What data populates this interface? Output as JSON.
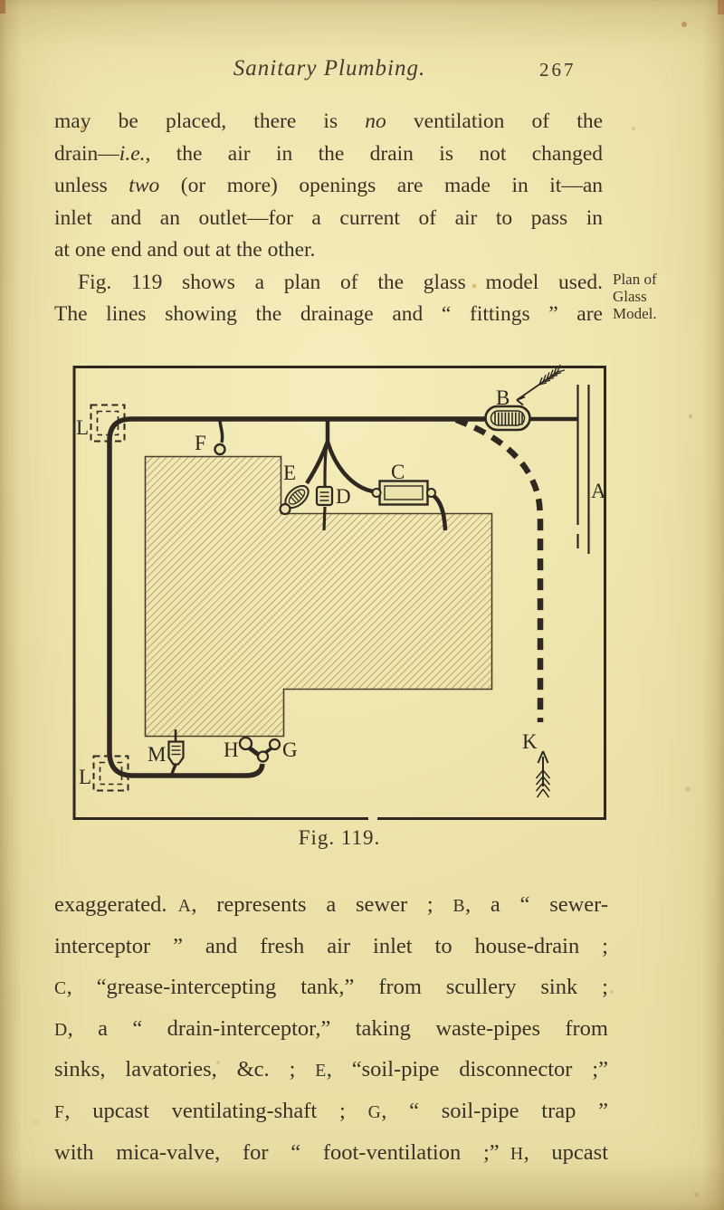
{
  "page": {
    "header": {
      "title": "Sanitary Plumbing.",
      "page_number": "267"
    },
    "paragraph_top": {
      "lines": [
        {
          "j": 1,
          "seg": [
            {
              "t": "may be placed, there is "
            },
            {
              "t": "no",
              "s": "i"
            },
            {
              "t": " ventilation of the"
            }
          ]
        },
        {
          "j": 1,
          "seg": [
            {
              "t": "drain—"
            },
            {
              "t": "i.e.",
              "s": "i"
            },
            {
              "t": ", the air in the drain is not changed"
            }
          ]
        },
        {
          "j": 1,
          "seg": [
            {
              "t": "unless "
            },
            {
              "t": "two",
              "s": "i"
            },
            {
              "t": " (or more) openings are made in it—an"
            }
          ]
        },
        {
          "j": 1,
          "seg": [
            {
              "t": "inlet and an outlet—for a current of air to pass in"
            }
          ]
        },
        {
          "j": 0,
          "seg": [
            {
              "t": "at one end and out at the other."
            }
          ]
        },
        {
          "j": 1,
          "ind": 26,
          "seg": [
            {
              "t": "Fig. 119 shows a plan of the glass model used."
            }
          ]
        },
        {
          "j": 1,
          "seg": [
            {
              "t": "The lines showing the drainage and “ fittings ” are"
            }
          ]
        }
      ]
    },
    "margin_note": {
      "lines": [
        "Plan of",
        "Glass",
        "Model."
      ]
    },
    "figure": {
      "caption": "Fig. 119.",
      "labels": {
        "a": "A",
        "b": "B",
        "c": "C",
        "d": "D",
        "e": "E",
        "f": "F",
        "g": "G",
        "h": "H",
        "k": "K",
        "l_top": "L",
        "l_bottom": "L",
        "m": "M"
      }
    },
    "paragraph_bottom": {
      "lines": [
        {
          "j": 1,
          "seg": [
            {
              "t": "exaggerated. "
            },
            {
              "t": "A",
              "s": "sc"
            },
            {
              "t": ", represents a sewer ; "
            },
            {
              "t": "B",
              "s": "sc"
            },
            {
              "t": ", a “ sewer-"
            }
          ]
        },
        {
          "j": 1,
          "seg": [
            {
              "t": "interceptor ” and fresh air inlet to house-drain ;"
            }
          ]
        },
        {
          "j": 1,
          "seg": [
            {
              "t": "C",
              "s": "sc"
            },
            {
              "t": ", “grease-intercepting tank,” from scullery sink ;"
            }
          ]
        },
        {
          "j": 1,
          "seg": [
            {
              "t": "D",
              "s": "sc"
            },
            {
              "t": ", a “ drain-interceptor,” taking waste-pipes from"
            }
          ]
        },
        {
          "j": 1,
          "seg": [
            {
              "t": "sinks, lavatories, &c. ; "
            },
            {
              "t": "E",
              "s": "sc"
            },
            {
              "t": ", “soil-pipe disconnector ;”"
            }
          ]
        },
        {
          "j": 1,
          "seg": [
            {
              "t": "F",
              "s": "sc"
            },
            {
              "t": ", upcast ventilating-shaft ; "
            },
            {
              "t": "G",
              "s": "sc"
            },
            {
              "t": ", “ soil-pipe trap ”"
            }
          ]
        },
        {
          "j": 1,
          "seg": [
            {
              "t": "with mica-valve, for “ foot-ventilation ;” "
            },
            {
              "t": "H",
              "s": "sc"
            },
            {
              "t": ", upcast"
            }
          ]
        }
      ]
    }
  }
}
